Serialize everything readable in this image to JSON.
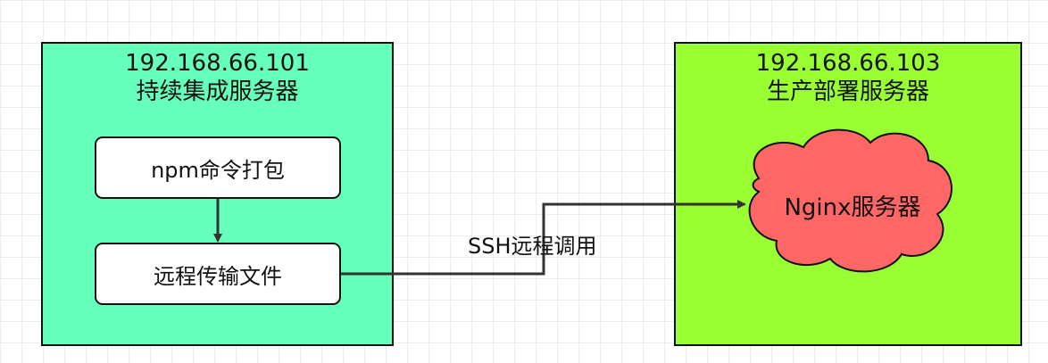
{
  "colors": {
    "ci_server_fill": "#66ffbb",
    "prod_server_fill": "#99ff33",
    "cloud_fill": "#ff6666",
    "line": "#333333"
  },
  "ci_server": {
    "ip": "192.168.66.101",
    "name": "持续集成服务器",
    "steps": [
      "npm命令打包",
      "远程传输文件"
    ]
  },
  "prod_server": {
    "ip": "192.168.66.103",
    "name": "生产部署服务器",
    "service": "Nginx服务器"
  },
  "connection": {
    "label": "SSH远程调用"
  }
}
